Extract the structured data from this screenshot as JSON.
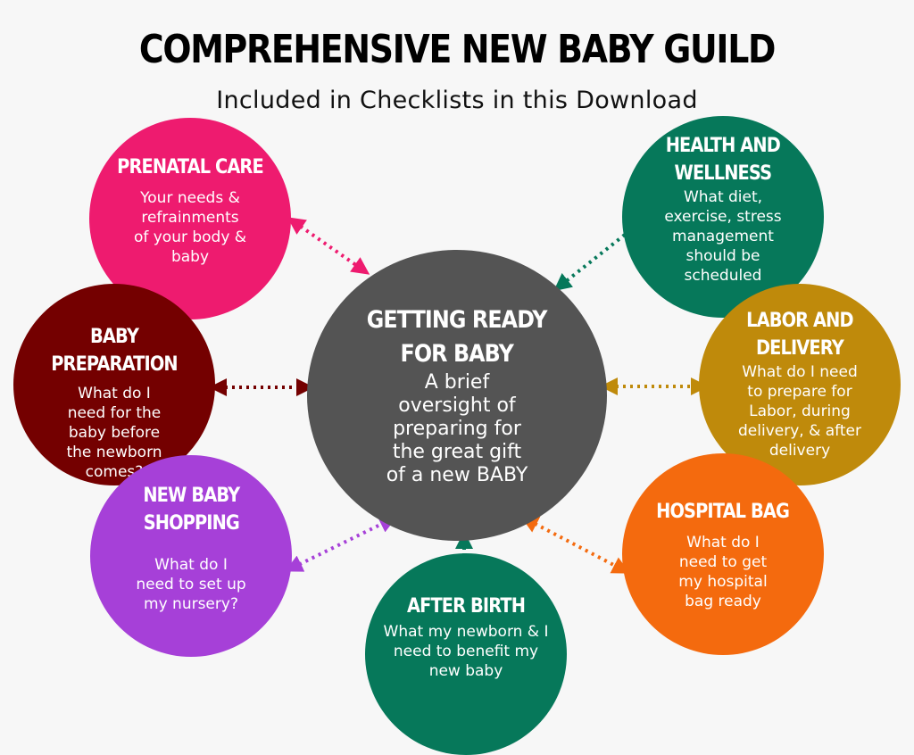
{
  "header": {
    "title": "COMPREHENSIVE NEW BABY GUILD",
    "subtitle": "Included in Checklists in this Download"
  },
  "center": {
    "title": "GETTING READY\nFOR BABY",
    "description": "A brief\noversight of\npreparing for\nthe great gift\nof a new BABY",
    "color": "#545454"
  },
  "nodes": [
    {
      "id": "prenatal-care",
      "title": "PRENATAL CARE",
      "description": "Your needs &\nrefrainments\nof your body &\nbaby",
      "color": "#ee1b6f"
    },
    {
      "id": "health-and-wellness",
      "title": "HEALTH AND\nWELLNESS",
      "description": "What diet,\nexercise, stress\nmanagement\nshould be\nscheduled",
      "color": "#06785a"
    },
    {
      "id": "baby-preparation",
      "title": "BABY PREPARATION",
      "description": "What do I\nneed for the\nbaby before\nthe newborn\ncomes?",
      "color": "#740000"
    },
    {
      "id": "labor-and-delivery",
      "title": "LABOR AND\nDELIVERY",
      "description": "What do I need\nto prepare for\nLabor, during\ndelivery, & after\ndelivery",
      "color": "#bf8a0b"
    },
    {
      "id": "new-baby-shopping",
      "title": "NEW BABY\nSHOPPING",
      "description": "What do I\nneed to set up\nmy nursery?",
      "color": "#a640d8"
    },
    {
      "id": "hospital-bag",
      "title": "HOSPITAL BAG",
      "description": "What do I\nneed to get\nmy hospital\nbag ready",
      "color": "#f46a0e"
    },
    {
      "id": "after-birth",
      "title": "AFTER BIRTH",
      "description": "What my newborn & I\nneed to benefit my\nnew baby",
      "color": "#06785a"
    }
  ]
}
